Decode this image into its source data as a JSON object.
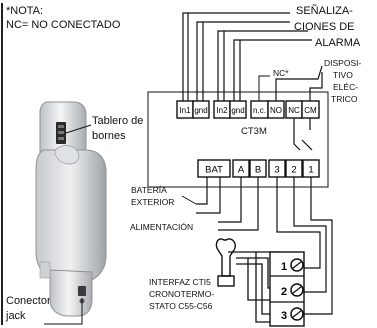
{
  "note": {
    "title": "*NOTA:",
    "line": "NC= NO CONECTADO"
  },
  "alarm_signals": [
    "SEÑALIZA-",
    "CIONES DE",
    "ALARMA"
  ],
  "device_label": [
    "DISPOSI-",
    "TIVO",
    "ELÉC-",
    "TRICO"
  ],
  "nc_marker": "NC*",
  "terminal_block_label": [
    "Tablero de",
    "bornes"
  ],
  "module_name": "CT3M",
  "top_terminals": [
    "In1",
    "gnd",
    "In2",
    "gnd",
    "n.c.",
    "NO",
    "NC",
    "CM"
  ],
  "bottom_terminals": [
    "BAT",
    "A",
    "B",
    "3",
    "2",
    "1"
  ],
  "battery_label": [
    "BATERÍA",
    "EXTERIOR"
  ],
  "power_label": "ALIMENTACIÓN",
  "interface_label": [
    "INTERFAZ CTI5",
    "CRONOTERMO-",
    "STATO C55-C56"
  ],
  "jack_label": [
    "Conector",
    "jack"
  ],
  "screw_numbers": [
    "1",
    "2",
    "3"
  ]
}
